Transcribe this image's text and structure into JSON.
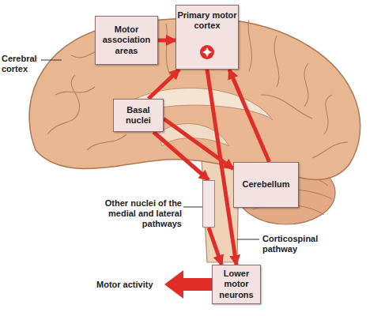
{
  "diagram": {
    "nodes": [
      {
        "text": [
          "Motor association areas"
        ]
      },
      {
        "text": [
          "Primary motor cortex"
        ]
      },
      {
        "text": [
          "Basal nuclei"
        ]
      },
      {
        "text": [
          "Cerebellum"
        ]
      },
      {
        "text": [
          "Other nuclei of the medial and lateral pathways"
        ]
      },
      {
        "text": [
          "Lower motor neurons"
        ]
      }
    ],
    "edges": [
      {
        "from": 0,
        "to": 1,
        "arrow": "to"
      },
      {
        "from": 2,
        "to": 1,
        "arrow": "to"
      },
      {
        "from": 2,
        "to": 4,
        "arrow": "to"
      },
      {
        "from": 2,
        "to": 3,
        "arrow": "to"
      },
      {
        "from": 3,
        "to": 1,
        "arrow": "to"
      },
      {
        "from": 1,
        "to": 5,
        "arrow": "to"
      },
      {
        "from": 4,
        "to": 5,
        "arrow": "to"
      }
    ],
    "labels": [
      "Cerebral cortex",
      "Corticospinal pathway",
      "Motor activity"
    ]
  }
}
